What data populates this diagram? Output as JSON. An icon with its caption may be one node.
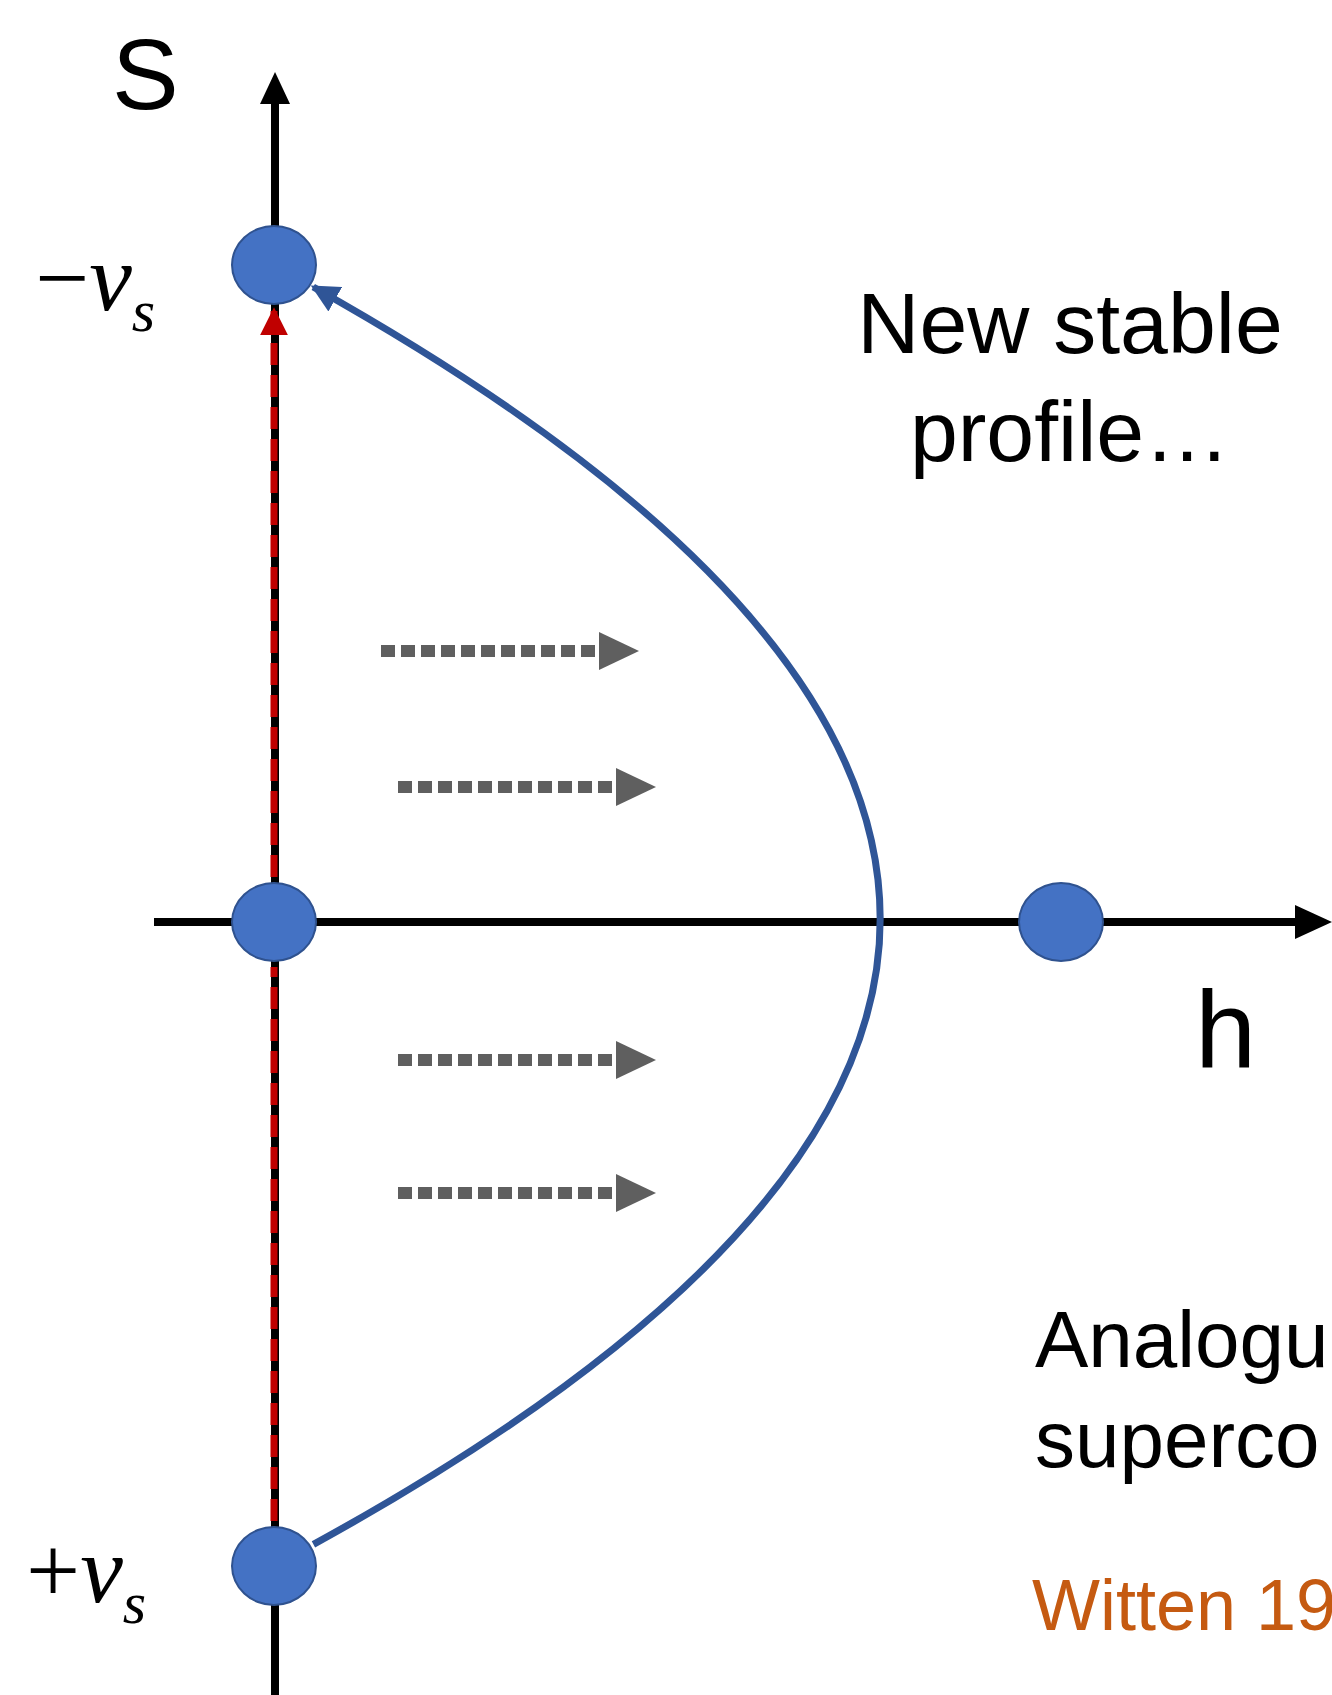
{
  "diagram": {
    "nodes": [
      {
        "text": [],
        "shape": "circle",
        "beside": [
          "−*v*$_{s}$"
        ]
      },
      {
        "text": [],
        "shape": "circle"
      },
      {
        "text": [],
        "shape": "circle"
      },
      {
        "text": [],
        "shape": "circle",
        "beside": [
          "+*v*$_{s}$"
        ]
      }
    ],
    "edges": [
      {
        "from": 3,
        "to": 0,
        "arrow": "to",
        "color": "#2f5597"
      },
      {
        "from": 3,
        "to": 1,
        "arrow": "none",
        "style": "dashed",
        "color": "#c00000"
      },
      {
        "from": 1,
        "to": 0,
        "arrow": "to",
        "style": "dashed",
        "color": "#c00000"
      }
    ],
    "labels": [
      "S",
      "New stable profile…",
      "h",
      "Analogu superco",
      "Witten 19"
    ]
  }
}
